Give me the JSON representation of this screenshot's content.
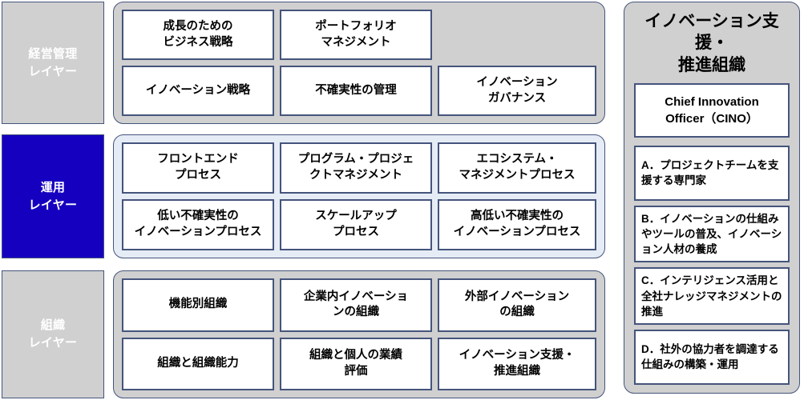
{
  "framework": {
    "layers": [
      {
        "label": "経営管理\nレイヤー",
        "style": "gray",
        "rows": [
          [
            {
              "text": "成長のための\nビジネス戦略",
              "empty": false
            },
            {
              "text": "ポートフォリオ\nマネジメント",
              "empty": false
            },
            {
              "text": "",
              "empty": true
            }
          ],
          [
            {
              "text": "イノベーション戦略",
              "empty": false
            },
            {
              "text": "不確実性の管理",
              "empty": false
            },
            {
              "text": "イノベーション\nガバナンス",
              "empty": false
            }
          ]
        ]
      },
      {
        "label": "運用\nレイヤー",
        "style": "blue",
        "rows": [
          [
            {
              "text": "フロントエンド\nプロセス",
              "empty": false
            },
            {
              "text": "プログラム・プロジェ\nクトマネジメント",
              "empty": false
            },
            {
              "text": "エコシステム・\nマネジメントプロセス",
              "empty": false
            }
          ],
          [
            {
              "text": "低い不確実性の\nイノベーションプロセス",
              "empty": false
            },
            {
              "text": "スケールアップ\nプロセス",
              "empty": false
            },
            {
              "text": "高低い不確実性の\nイノベーションプロセス",
              "empty": false
            }
          ]
        ]
      },
      {
        "label": "組織\nレイヤー",
        "style": "gray",
        "rows": [
          [
            {
              "text": "機能別組織",
              "empty": false
            },
            {
              "text": "企業内イノベーショ\nンの組織",
              "empty": false
            },
            {
              "text": "外部イノベーション\nの組織",
              "empty": false
            }
          ],
          [
            {
              "text": "組織と組織能力",
              "empty": false
            },
            {
              "text": "組織と個人の業績\n評価",
              "empty": false
            },
            {
              "text": "イノベーション支援・\n推進組織",
              "empty": false
            }
          ]
        ]
      }
    ]
  },
  "side_panel": {
    "title": "イノベーション支援・\n推進組織",
    "lead": "Chief Innovation\nOfficer（CINO）",
    "items": [
      "A．プロジェクトチームを支援する専門家",
      "B．イノベーションの仕組みやツールの普及、イノベーション人材の養成",
      "C．インテリジェンス活用と全社ナレッジマネジメントの推進",
      "D．社外の協力者を調達する仕組みの構築・運用"
    ]
  },
  "colors": {
    "accent_blue": "#1500C0",
    "panel_gray": "#D0D0D0",
    "panel_lightblue": "#E6ECF6",
    "border": "#44547B"
  }
}
